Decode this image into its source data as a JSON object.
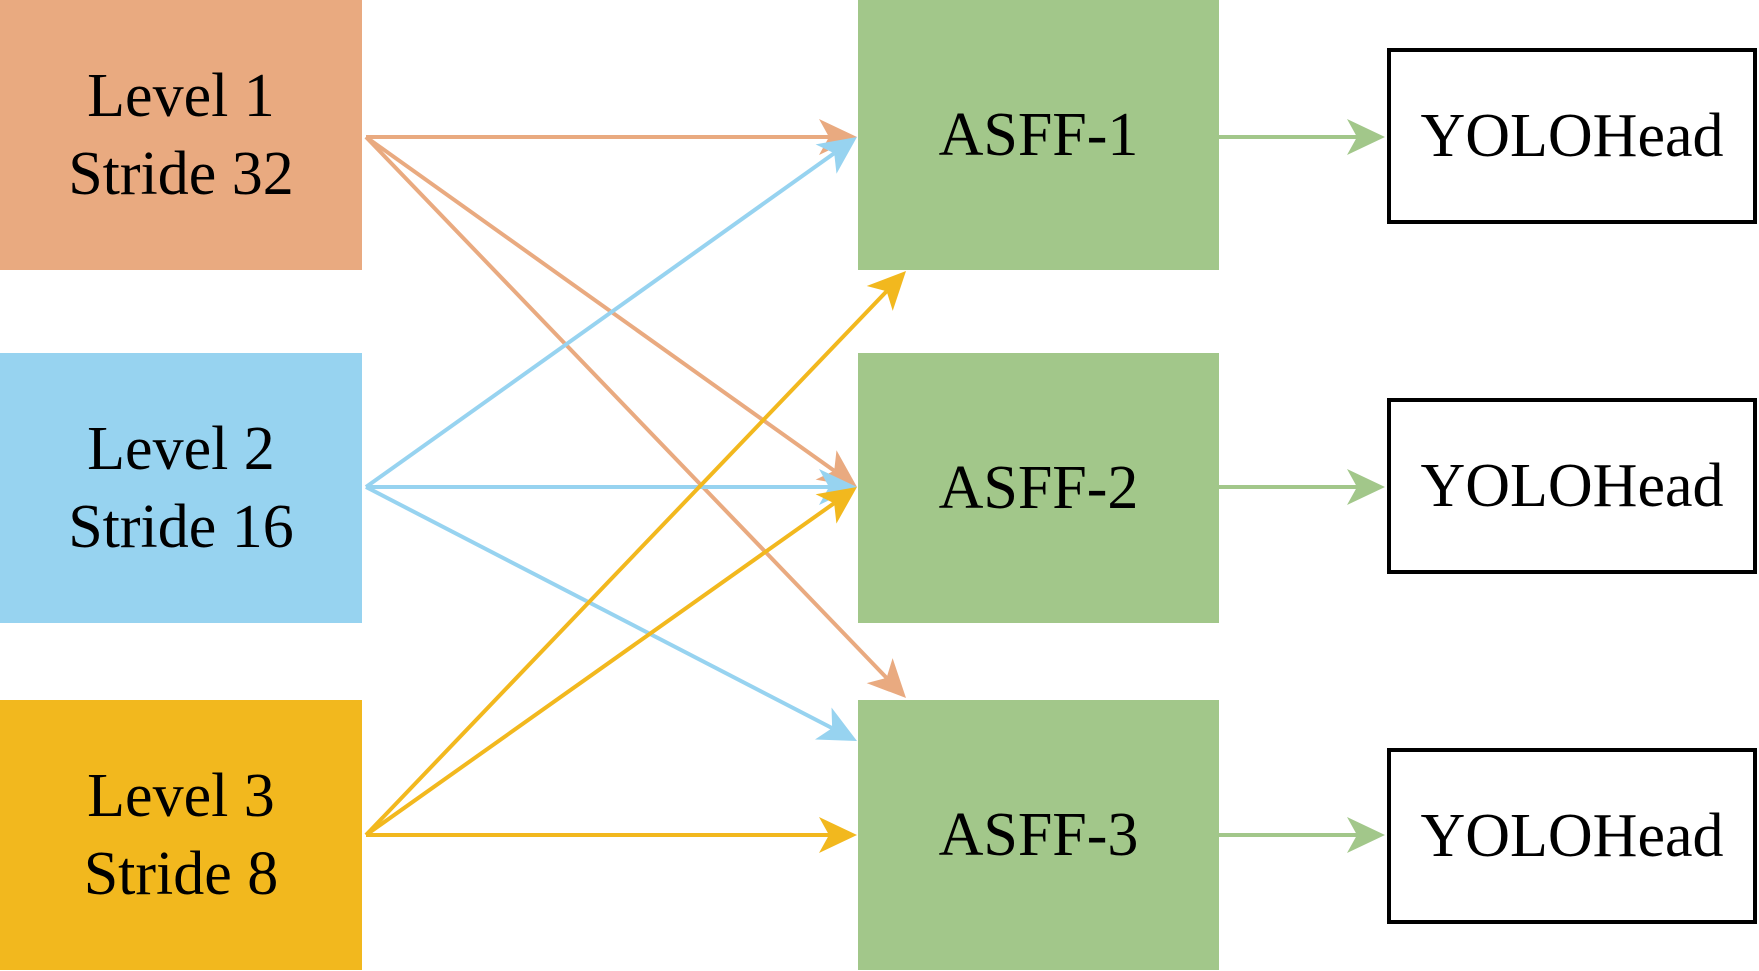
{
  "diagram": {
    "type": "flow",
    "levels": [
      {
        "id": "level1",
        "line1": "Level 1",
        "line2": "Stride 32",
        "color": "#e9aa80"
      },
      {
        "id": "level2",
        "line1": "Level 2",
        "line2": "Stride 16",
        "color": "#97d3f0"
      },
      {
        "id": "level3",
        "line1": "Level 3",
        "line2": "Stride 8",
        "color": "#f2b81e"
      }
    ],
    "asff": [
      {
        "id": "asff1",
        "label": "ASFF-1",
        "color": "#a2c78a"
      },
      {
        "id": "asff2",
        "label": "ASFF-2",
        "color": "#a2c78a"
      },
      {
        "id": "asff3",
        "label": "ASFF-3",
        "color": "#a2c78a"
      }
    ],
    "heads": [
      {
        "id": "head1",
        "label": "YOLOHead"
      },
      {
        "id": "head2",
        "label": "YOLOHead"
      },
      {
        "id": "head3",
        "label": "YOLOHead"
      }
    ],
    "edges": [
      {
        "from": "level1",
        "to": "asff1",
        "color": "#e9aa80"
      },
      {
        "from": "level1",
        "to": "asff2",
        "color": "#e9aa80"
      },
      {
        "from": "level1",
        "to": "asff3",
        "color": "#e9aa80"
      },
      {
        "from": "level2",
        "to": "asff1",
        "color": "#97d3f0"
      },
      {
        "from": "level2",
        "to": "asff2",
        "color": "#97d3f0"
      },
      {
        "from": "level2",
        "to": "asff3",
        "color": "#97d3f0"
      },
      {
        "from": "level3",
        "to": "asff1",
        "color": "#f2b81e"
      },
      {
        "from": "level3",
        "to": "asff2",
        "color": "#f2b81e"
      },
      {
        "from": "level3",
        "to": "asff3",
        "color": "#f2b81e"
      },
      {
        "from": "asff1",
        "to": "head1",
        "color": "#a2c78a"
      },
      {
        "from": "asff2",
        "to": "head2",
        "color": "#a2c78a"
      },
      {
        "from": "asff3",
        "to": "head3",
        "color": "#a2c78a"
      }
    ]
  }
}
